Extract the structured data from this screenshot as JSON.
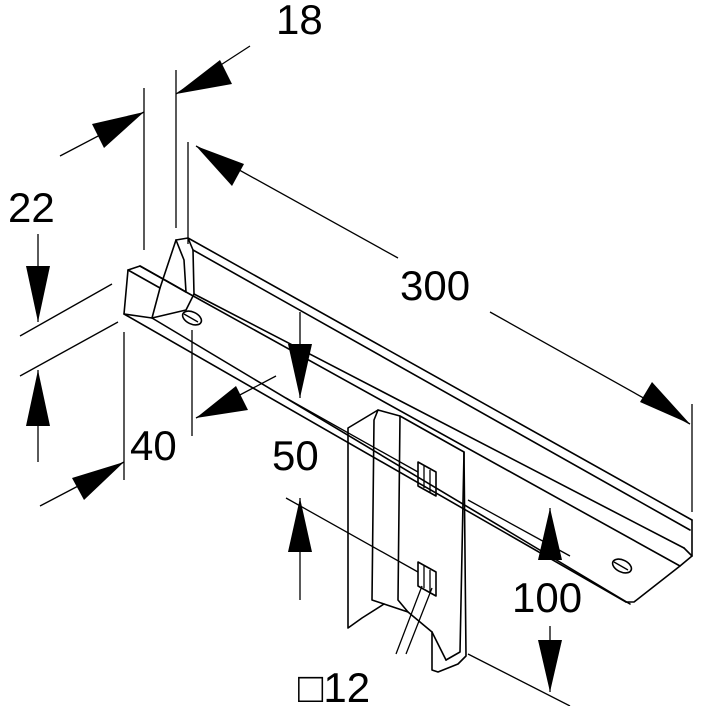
{
  "dimensions": {
    "width_18": "18",
    "height_22": "22",
    "length_300": "300",
    "depth_40": "40",
    "spacing_50": "50",
    "height_100": "100",
    "square_hole_12": "□12"
  }
}
